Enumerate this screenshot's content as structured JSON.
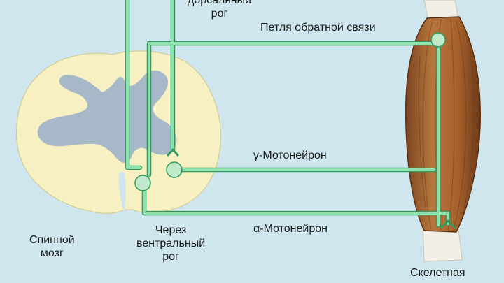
{
  "labels": {
    "dorsal_horn": "Через\nдорсальный\nрог",
    "feedback_loop": "Петля обратной связи",
    "gamma_motoneuron": "γ-Мотонейрон",
    "alpha_motoneuron": "α-Мотонейрон",
    "spinal_cord": "Спинной\nмозг",
    "ventral_horn": "Через\nвентральный\nрог",
    "skeletal_muscle": "Скелетная"
  },
  "colors": {
    "background": "#cfe6ee",
    "white_matter": "#f6f0c2",
    "gray_matter": "#a7b9c8",
    "nerve": "#7fd39d",
    "nerve_outline": "#2f9b5c",
    "muscle": "#a8642f",
    "muscle_dark": "#6e3a18",
    "tendon": "#f1efe6"
  }
}
